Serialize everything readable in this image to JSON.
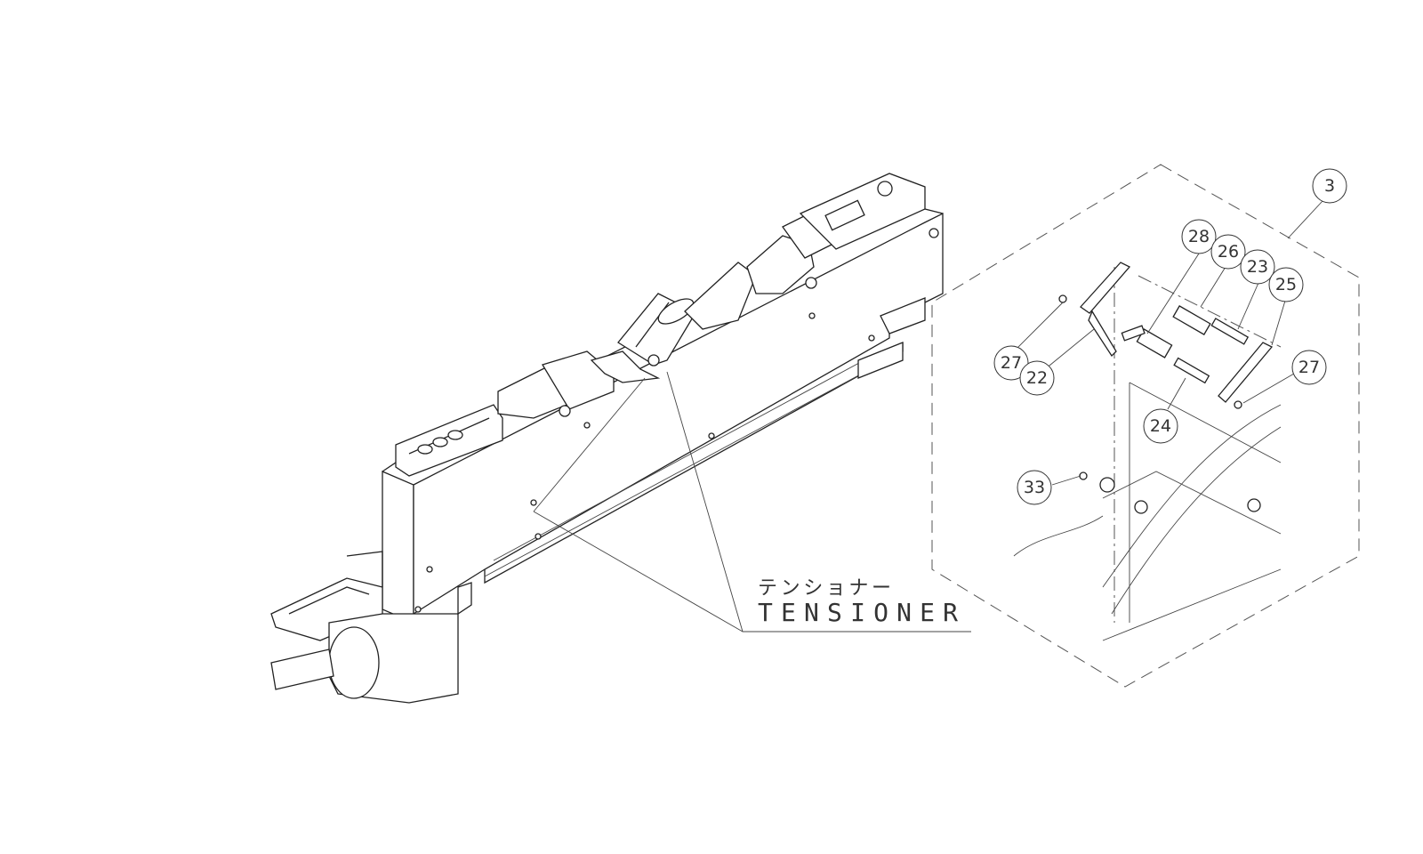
{
  "label": {
    "japanese": "テンショナー",
    "english": "TENSIONER"
  },
  "callouts": [
    {
      "id": "3"
    },
    {
      "id": "28"
    },
    {
      "id": "26"
    },
    {
      "id": "23"
    },
    {
      "id": "25"
    },
    {
      "id": "27"
    },
    {
      "id": "22"
    },
    {
      "id": "27"
    },
    {
      "id": "24"
    },
    {
      "id": "33"
    }
  ]
}
